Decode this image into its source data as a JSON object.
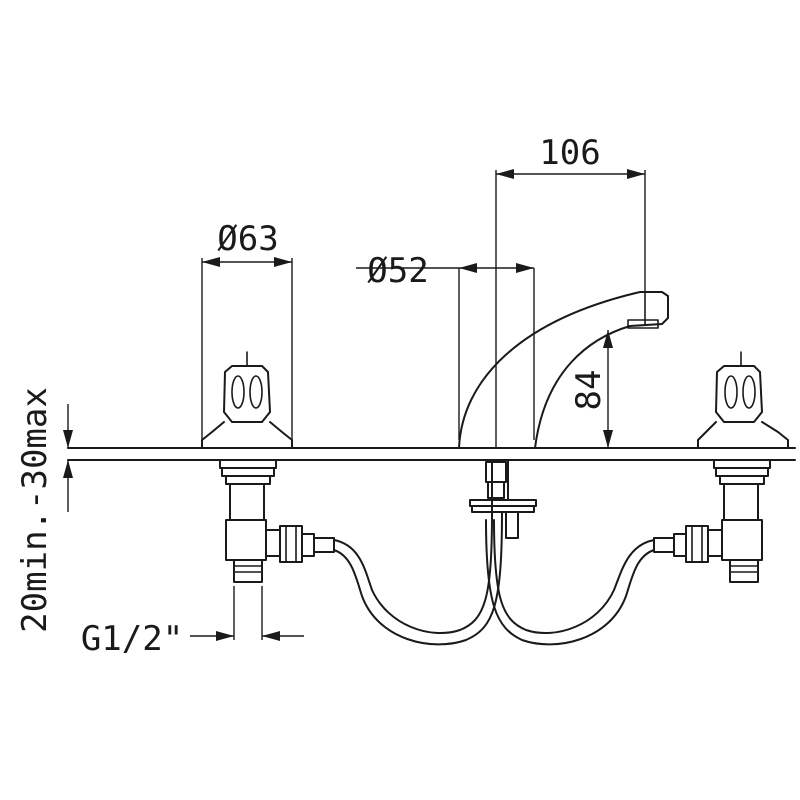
{
  "dimensions": {
    "spout_reach": "106",
    "handle_diameter": "Ø63",
    "spout_base_diameter": "Ø52",
    "spout_height": "84",
    "deck_thickness": "20min.-30max",
    "connection_thread": "G1/2\""
  },
  "colors": {
    "line": "#1a1a1a",
    "background": "#ffffff"
  }
}
